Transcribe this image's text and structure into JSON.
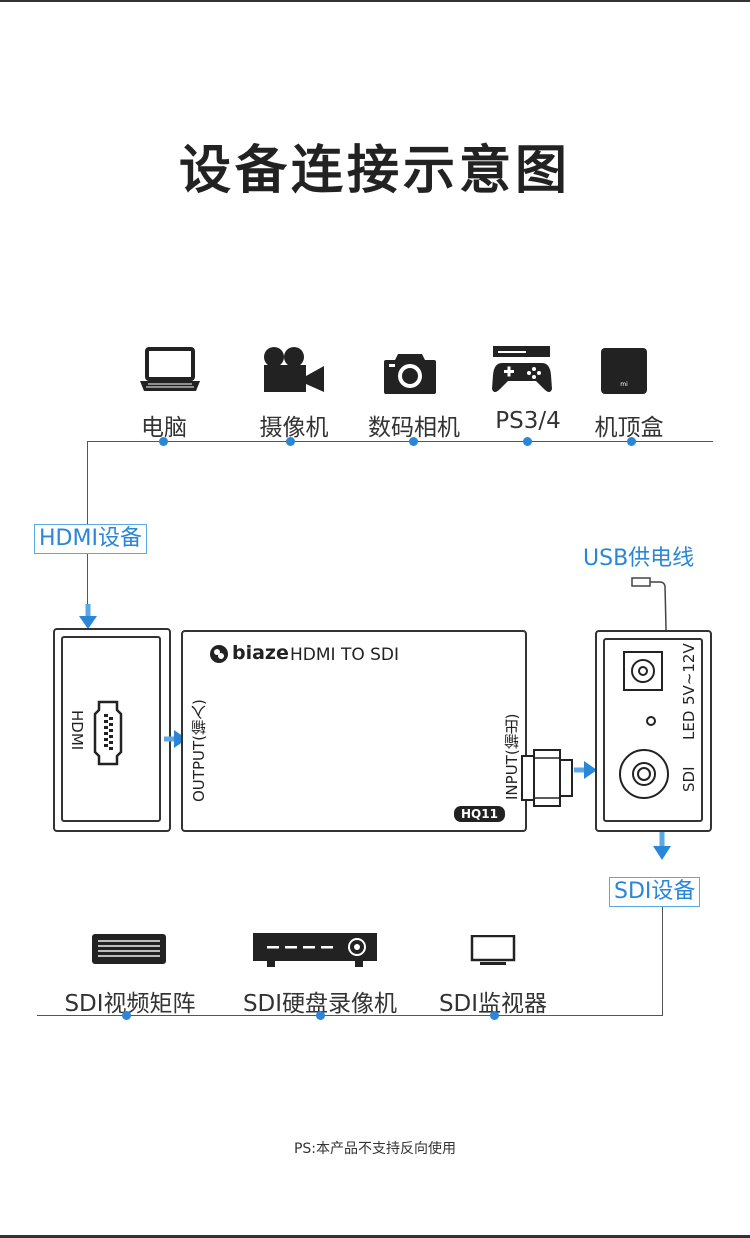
{
  "title": "设备连接示意图",
  "sources": [
    {
      "label": "电脑",
      "icon": "laptop-icon"
    },
    {
      "label": "摄像机",
      "icon": "video-camera-icon"
    },
    {
      "label": "数码相机",
      "icon": "camera-icon"
    },
    {
      "label": "PS3/4",
      "icon": "gamepad-icon"
    },
    {
      "label": "机顶盒",
      "icon": "set-top-box-icon"
    }
  ],
  "hdmi_tag": "HDMI设备",
  "usb_label": "USB供电线",
  "hdmi_port_label": "HDMI",
  "converter": {
    "brand": "biaze",
    "model": "HDMI TO SDI",
    "output_label": "OUTPUT(输入)",
    "input_label": "INPUT(输出)",
    "badge": "HQ11"
  },
  "sdi_side": {
    "voltage": "5V~12V",
    "led": "LED",
    "sdi": "SDI"
  },
  "sdi_tag": "SDI设备",
  "destinations": [
    {
      "label": "SDI视频矩阵",
      "icon": "video-matrix-icon"
    },
    {
      "label": "SDI硬盘录像机",
      "icon": "dvr-icon"
    },
    {
      "label": "SDI监视器",
      "icon": "monitor-icon"
    }
  ],
  "note": "PS:本产品不支持反向使用",
  "colors": {
    "accent": "#2a86d8",
    "dark": "#222222"
  }
}
